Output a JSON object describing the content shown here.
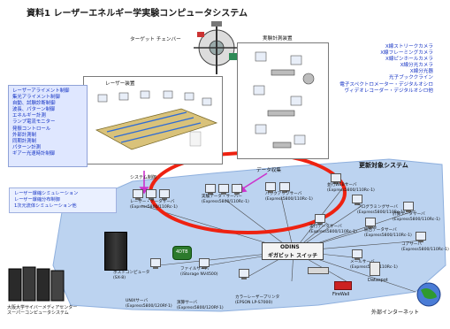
{
  "title": "資料1 レーザーエネルギー学実験コンピュータシステム",
  "target_chamber": {
    "label": "ターゲット チェンバー"
  },
  "laser_device": {
    "label": "レーザー装置"
  },
  "measurement": {
    "label": "実験計測装置"
  },
  "laser_controls": [
    "レーザーアライメント制御",
    "集光アライメント制御",
    "自動、試験診断制御",
    "波長、パターン制御",
    "エネルギー計測",
    "ランプ電流モニター",
    "発振コントロール",
    "外部計測制",
    "同期計測制",
    "パターン計測",
    "ギアー光速時計制御"
  ],
  "measurement_devices": [
    "X線ストリークカメラ",
    "X線フレーミングカメラ",
    "X線ピンホールカメラ",
    "X線分光カメラ",
    "X線分光器",
    "光子ブッククライン",
    "電子スペクトロメーター・デジタルオシロ",
    "ヴィデオレコーダー・デジタルオシロ他"
  ],
  "simulation_box": [
    "レーザー爆縮シミュレーション",
    "レーザー爆縮分布制御",
    "1次元流体シミュレーション他"
  ],
  "data_collection": {
    "label": "データ収集"
  },
  "update_system": {
    "label": "更新対象システム"
  },
  "system_control": {
    "label": "システム制御"
  },
  "switch": {
    "line1": "ODINS",
    "line2": "ギガビット スイッチ"
  },
  "storage": {
    "label": "4DTB"
  },
  "servers": [
    {
      "name": "レーザー・データサーバ",
      "model": "(Express5800/110Rc-1)"
    },
    {
      "name": "実験データ・サーバー",
      "model": "(Express5800/110Rc-1)"
    },
    {
      "name": "バックアップサーバ",
      "model": "(Express5800/110Rc-1)"
    },
    {
      "name": "並行WEBサーバ",
      "model": "(Express5800/110Rc-1)"
    },
    {
      "name": "プログラミングサーバ",
      "model": "(Express5800/110Rc-1)"
    },
    {
      "name": "実行データサーバ",
      "model": "(Express5800/110Rc-1)"
    },
    {
      "name": "統合データサーバ",
      "model": "(Express5800/110Rc-1)"
    },
    {
      "name": "計算データサーバ",
      "model": "(Express5800/110Rc-1)"
    },
    {
      "name": "メールサーバ",
      "model": "(Express5800/110Rc-1)"
    },
    {
      "name": "コアサーバ",
      "model": "(Express5800/110Rc-1)"
    },
    {
      "name": "ホストコンピュータ",
      "model": "(SX-8)"
    },
    {
      "name": "ファイルサーバ",
      "model": "(iStorage NV4500)"
    },
    {
      "name": "UNIXサーバ",
      "model": "(Express5800/120Rf-1)"
    },
    {
      "name": "演算サーバ",
      "model": "(Express5800/120Rf-1)"
    },
    {
      "name": "カラーレーザープリンタ",
      "model": "(EPSON LP-S7000)"
    }
  ],
  "firewall": {
    "label": "FireWall"
  },
  "dataspot": {
    "label": "Dataspot"
  },
  "internet": {
    "label": "外部インターネット"
  },
  "supercomputer": {
    "line1": "大阪大学サイバーメディアセンター",
    "line2": "スーパーコンピュータシステム"
  },
  "colors": {
    "network_bg": "#bcd3f0",
    "highlight": "#ee2211",
    "arrow": "#cc33cc",
    "blue_text": "#1533c4"
  }
}
